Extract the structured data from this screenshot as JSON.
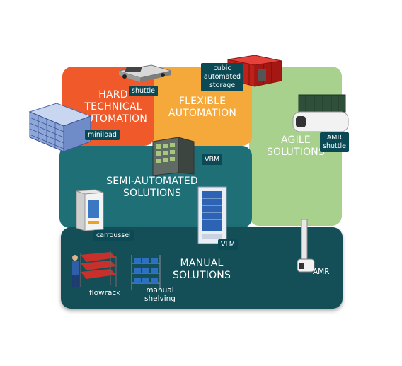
{
  "colors": {
    "hard": "#f05a2a",
    "flexible": "#f6a93b",
    "agile": "#a8d18d",
    "semi": "#1f6f77",
    "manual": "#144f58",
    "tag": "#0b4a55"
  },
  "sections": {
    "hard": {
      "line1": "HARD",
      "line2": "TECHNICAL",
      "line3": "AUTOMATION"
    },
    "flexible": {
      "line1": "FLEXIBLE",
      "line2": "AUTOMATION"
    },
    "agile": {
      "line1": "AGILE",
      "line2": "SOLUTIONS"
    },
    "semi": {
      "line1": "SEMI-AUTOMATED",
      "line2": "SOLUTIONS"
    },
    "manual": {
      "line1": "MANUAL",
      "line2": "SOLUTIONS"
    }
  },
  "labels": {
    "shuttle": "shuttle",
    "miniload": "miniload",
    "cubic_1": "cubic",
    "cubic_2": "automated",
    "cubic_3": "storage",
    "amr_shuttle_1": "AMR",
    "amr_shuttle_2": "shuttle",
    "vbm": "VBM",
    "carroussel": "carroussel",
    "vlm": "VLM",
    "amr": "AMR",
    "flowrack": "flowrack",
    "manual_shelving_1": "manual",
    "manual_shelving_2": "shelving"
  }
}
